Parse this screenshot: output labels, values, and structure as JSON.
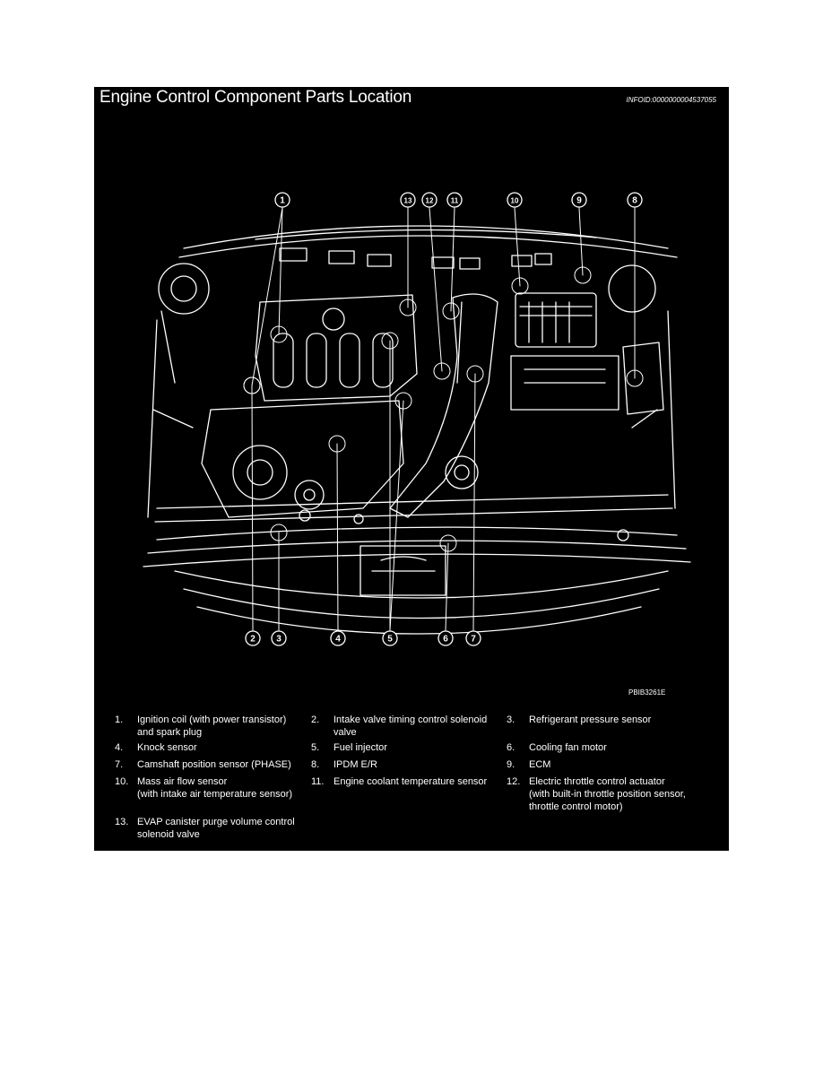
{
  "header": {
    "title": "Engine Control Component Parts Location",
    "info_id": "INFOID:0000000004537055"
  },
  "figure": {
    "code": "PBIB3261E",
    "callouts_top": [
      "1",
      "13",
      "12",
      "11",
      "10",
      "9",
      "8"
    ],
    "callouts_bottom": [
      "2",
      "3",
      "4",
      "5",
      "6",
      "7"
    ]
  },
  "legend": [
    {
      "num": "1.",
      "text": "Ignition coil (with power transistor)\nand spark plug"
    },
    {
      "num": "2.",
      "text": "Intake valve timing control solenoid\nvalve"
    },
    {
      "num": "3.",
      "text": "Refrigerant pressure sensor"
    },
    {
      "num": "4.",
      "text": "Knock sensor"
    },
    {
      "num": "5.",
      "text": "Fuel injector"
    },
    {
      "num": "6.",
      "text": "Cooling fan motor"
    },
    {
      "num": "7.",
      "text": "Camshaft position sensor (PHASE)"
    },
    {
      "num": "8.",
      "text": "IPDM E/R"
    },
    {
      "num": "9.",
      "text": "ECM"
    },
    {
      "num": "10.",
      "text": "Mass air flow sensor\n(with intake air temperature sensor)"
    },
    {
      "num": "11.",
      "text": "Engine coolant temperature sensor"
    },
    {
      "num": "12.",
      "text": "Electric throttle control actuator\n(with built-in throttle position sensor,\nthrottle control motor)"
    },
    {
      "num": "13.",
      "text": "EVAP canister purge volume control\nsolenoid valve"
    }
  ]
}
